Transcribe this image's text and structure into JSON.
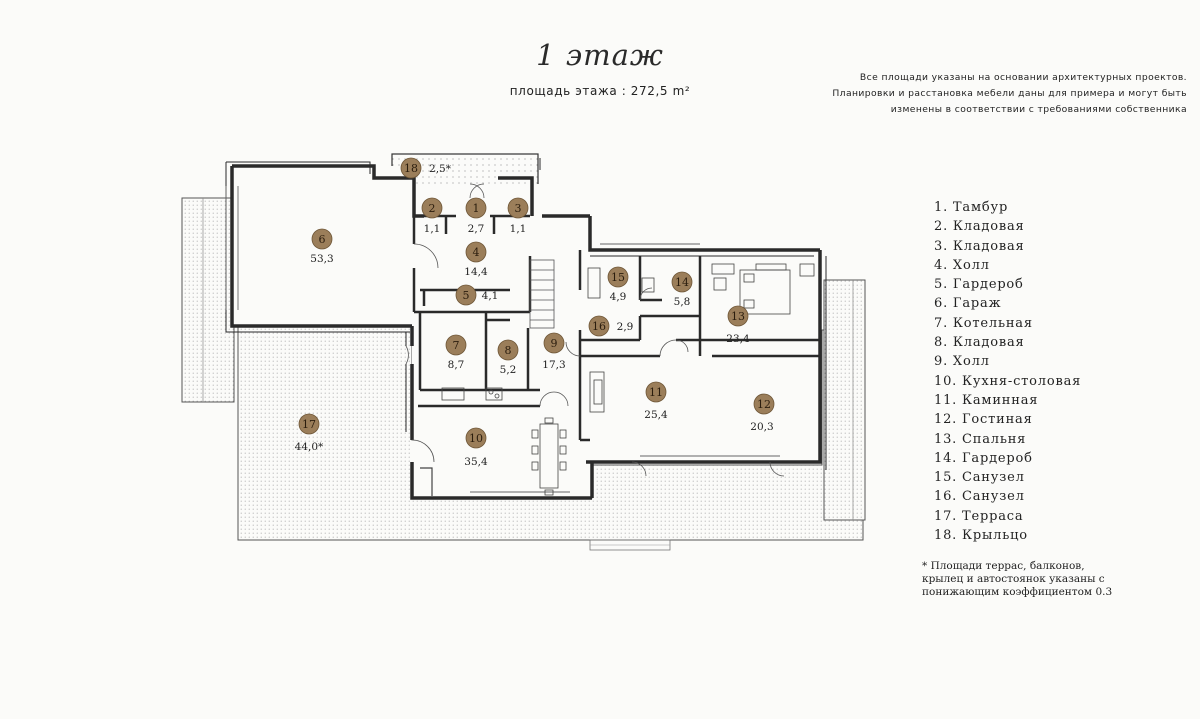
{
  "header": {
    "title": "1 этаж",
    "subtitle": "площадь этажа : 272,5 m²"
  },
  "note": {
    "lines": [
      "Все площади указаны на основании архитектурных проектов.",
      "Планировки и расстановка мебели даны для примера и могут быть",
      "изменены в соответствии с требованиями собственника"
    ]
  },
  "legend": [
    "1. Тамбур",
    "2. Кладовая",
    "3. Кладовая",
    "4. Холл",
    "5. Гардероб",
    "6. Гараж",
    "7. Котельная",
    "8. Кладовая",
    "9. Холл",
    "10. Кухня-столовая",
    "11. Каминная",
    "12. Гостиная",
    "13. Спальня",
    "14. Гардероб",
    "15. Санузел",
    "16. Санузел",
    "17. Терраса",
    "18. Крыльцо"
  ],
  "footnote": {
    "lines": [
      "* Площади террас, балконов,",
      "крылец и автостоянок указаны с",
      "понижающим коэффициентом 0.3"
    ]
  },
  "rooms": [
    {
      "num": "1",
      "area": "2,7"
    },
    {
      "num": "2",
      "area": "1,1"
    },
    {
      "num": "3",
      "area": "1,1"
    },
    {
      "num": "4",
      "area": "14,4"
    },
    {
      "num": "5",
      "area": "4,1"
    },
    {
      "num": "6",
      "area": "53,3"
    },
    {
      "num": "7",
      "area": "8,7"
    },
    {
      "num": "8",
      "area": "5,2"
    },
    {
      "num": "9",
      "area": "17,3"
    },
    {
      "num": "10",
      "area": "35,4"
    },
    {
      "num": "11",
      "area": "25,4"
    },
    {
      "num": "12",
      "area": "20,3"
    },
    {
      "num": "13",
      "area": "23,4"
    },
    {
      "num": "14",
      "area": "5,8"
    },
    {
      "num": "15",
      "area": "4,9"
    },
    {
      "num": "16",
      "area": "2,9"
    },
    {
      "num": "17",
      "area": "44,0*"
    },
    {
      "num": "18",
      "area": "2,5*"
    }
  ],
  "colors": {
    "badge": "#9b7e5a",
    "wall": "#2a2a2a",
    "terrace_dot": "#b9b9b9"
  }
}
